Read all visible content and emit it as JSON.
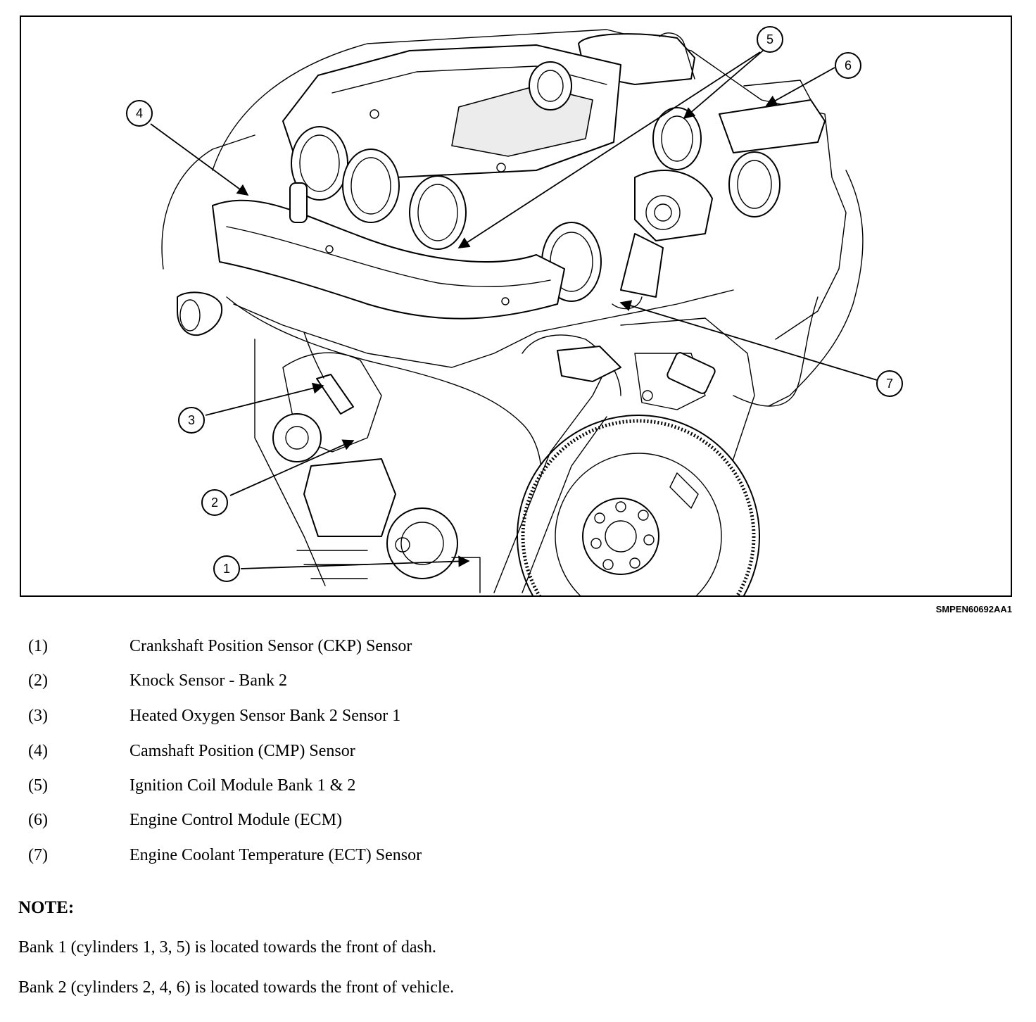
{
  "figure": {
    "code": "SMPEN60692AA1",
    "callouts": [
      "1",
      "2",
      "3",
      "4",
      "5",
      "6",
      "7"
    ]
  },
  "legend": [
    {
      "number": "(1)",
      "label": "Crankshaft Position Sensor (CKP) Sensor"
    },
    {
      "number": "(2)",
      "label": "Knock Sensor - Bank 2"
    },
    {
      "number": "(3)",
      "label": "Heated Oxygen Sensor Bank 2 Sensor 1"
    },
    {
      "number": "(4)",
      "label": "Camshaft Position (CMP) Sensor"
    },
    {
      "number": "(5)",
      "label": "Ignition Coil Module Bank 1 & 2"
    },
    {
      "number": "(6)",
      "label": "Engine Control Module (ECM)"
    },
    {
      "number": "(7)",
      "label": "Engine Coolant Temperature (ECT) Sensor"
    }
  ],
  "note": {
    "heading": "NOTE:",
    "lines": [
      "Bank 1 (cylinders 1, 3, 5) is located towards the front of dash.",
      "Bank 2 (cylinders 2, 4, 6) is located towards the front of vehicle."
    ]
  }
}
